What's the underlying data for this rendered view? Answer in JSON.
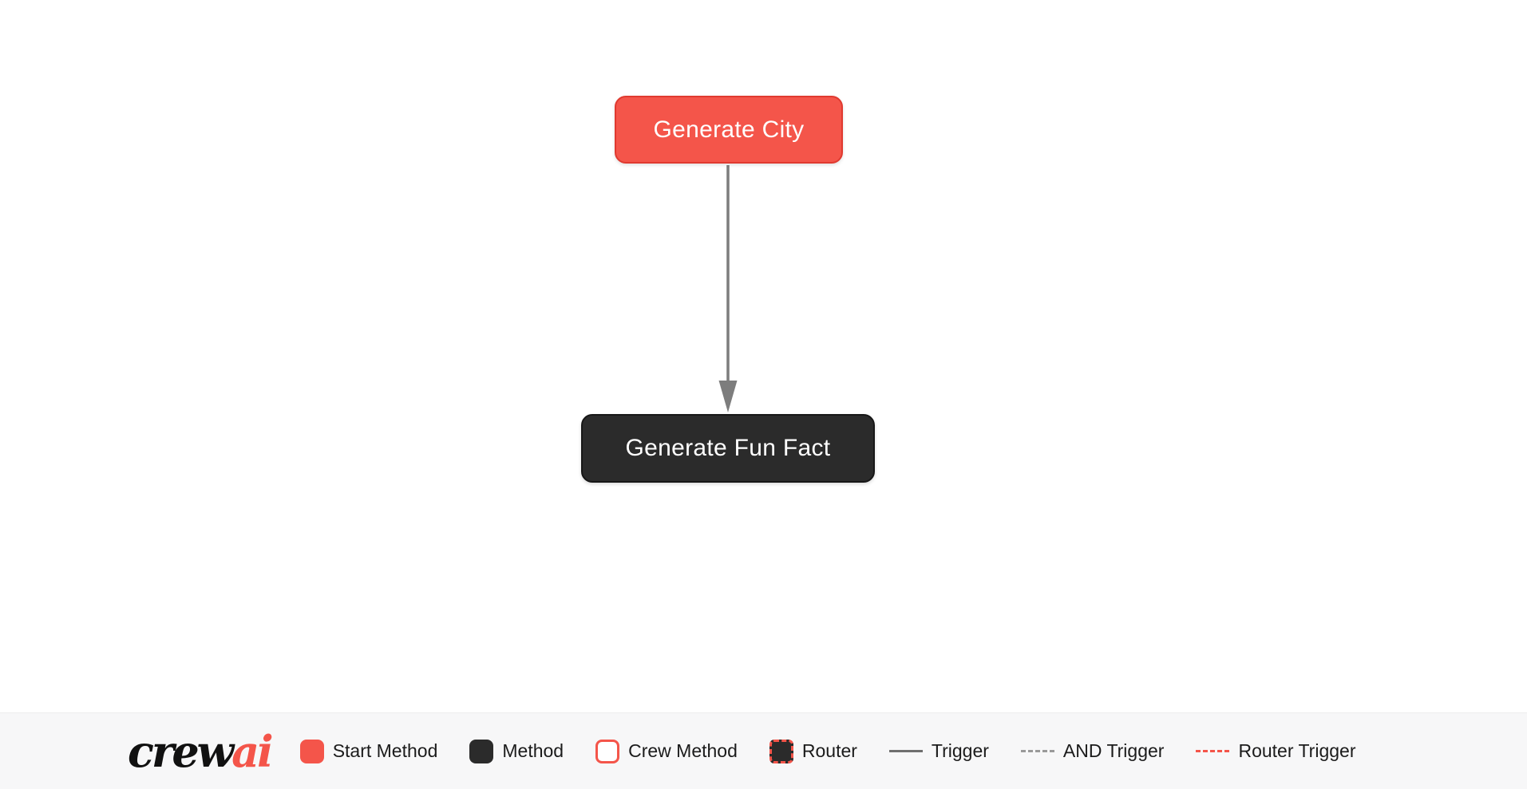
{
  "graph": {
    "nodes": [
      {
        "id": "generate_city",
        "label": "Generate City",
        "type": "start-method",
        "color": "#f4554a",
        "text_color": "#ffffff"
      },
      {
        "id": "generate_fun_fact",
        "label": "Generate Fun Fact",
        "type": "method",
        "color": "#2b2b2b",
        "text_color": "#ffffff"
      }
    ],
    "edges": [
      {
        "from": "generate_city",
        "to": "generate_fun_fact",
        "type": "trigger"
      }
    ]
  },
  "legend": {
    "logo": {
      "text_primary": "crew",
      "text_accent": "ai"
    },
    "items": [
      {
        "label": "Start Method",
        "swatch": "start"
      },
      {
        "label": "Method",
        "swatch": "method"
      },
      {
        "label": "Crew Method",
        "swatch": "crew"
      },
      {
        "label": "Router",
        "swatch": "router"
      },
      {
        "label": "Trigger",
        "swatch": "line-solid"
      },
      {
        "label": "AND Trigger",
        "swatch": "line-dashed"
      },
      {
        "label": "Router Trigger",
        "swatch": "line-dashed-red"
      }
    ]
  },
  "colors": {
    "start_method": "#f4554a",
    "method": "#2b2b2b",
    "edge": "#7d7d7d",
    "legend_background": "#f7f7f8",
    "canvas_background": "#ffffff"
  }
}
